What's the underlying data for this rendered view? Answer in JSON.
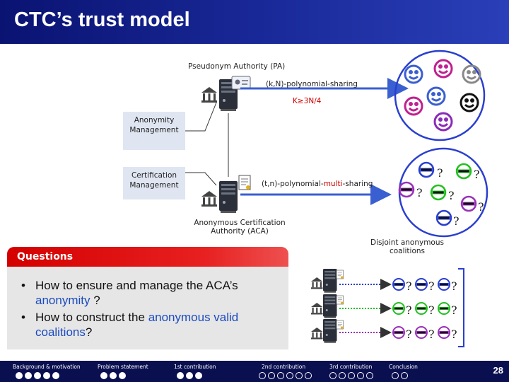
{
  "slide": {
    "title": "CTC’s trust model",
    "page_number": "28"
  },
  "pa": {
    "label": "Pseudonym Authority (PA)",
    "sharing": "(k,N)-polynomial-sharing",
    "condition": "K≥3N/4"
  },
  "management": {
    "anonymity": "Anonymity Management",
    "certification": "Certification Management"
  },
  "aca": {
    "sharing_prefix": "(t,n)-polynomial-",
    "sharing_highlight": "multi",
    "sharing_suffix": "-sharing",
    "label": "Anonymous Certification Authority (ACA)"
  },
  "coalitions": {
    "label": "Disjoint anonymous coalitions",
    "question_mark": "?"
  },
  "questions": {
    "header": "Questions",
    "q1_prefix": "How to ensure and manage the ACA’s ",
    "q1_highlight": "anonymity",
    "q1_suffix": " ?",
    "q2_prefix": "How to construct the ",
    "q2_highlight_1": "anonymous valid",
    "q2_highlight_2": "coalitions",
    "q2_suffix": "?"
  },
  "footer": {
    "sections": [
      {
        "label": "Background & motivation",
        "dots": 5,
        "active": 0
      },
      {
        "label": "Problem statement",
        "dots": 3,
        "active": 0
      },
      {
        "label": "1st contribution",
        "dots": 3,
        "active": 0
      },
      {
        "label": "2nd contribution",
        "dots": 6,
        "active": 0
      },
      {
        "label": "3rd contribution",
        "dots": 5,
        "active": 0
      },
      {
        "label": "Conclusion",
        "dots": 2,
        "active": 0
      }
    ]
  },
  "colors": {
    "title_bar": "#0a1372",
    "questions_red": "#e00000",
    "highlight_blue": "#1a4bc0",
    "multi_red": "#d00000",
    "smiley_blue": "#3a5fd0",
    "smiley_purple": "#8a2bb8",
    "smiley_magenta": "#c02090",
    "smiley_gray": "#888888",
    "coalition_blue": "#2a3fcf",
    "coalition_green": "#22c020",
    "coalition_purple": "#9a30b8",
    "arrow_blue": "#3a5fd0"
  }
}
